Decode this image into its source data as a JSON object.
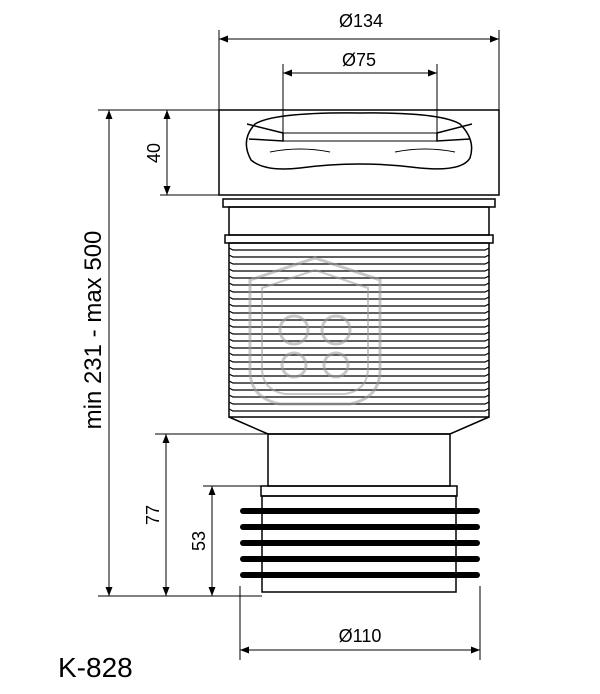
{
  "dimensions": {
    "top_diameter": "Ø134",
    "inner_diameter": "Ø75",
    "bottom_diameter": "Ø110",
    "collar_height": "40",
    "total_length": "min 231 - max 500",
    "outlet_length": "77",
    "ribbed_length": "53"
  },
  "model": "K-828",
  "colors": {
    "line": "#000000",
    "watermark": "#9a9a9a",
    "background": "#ffffff"
  }
}
